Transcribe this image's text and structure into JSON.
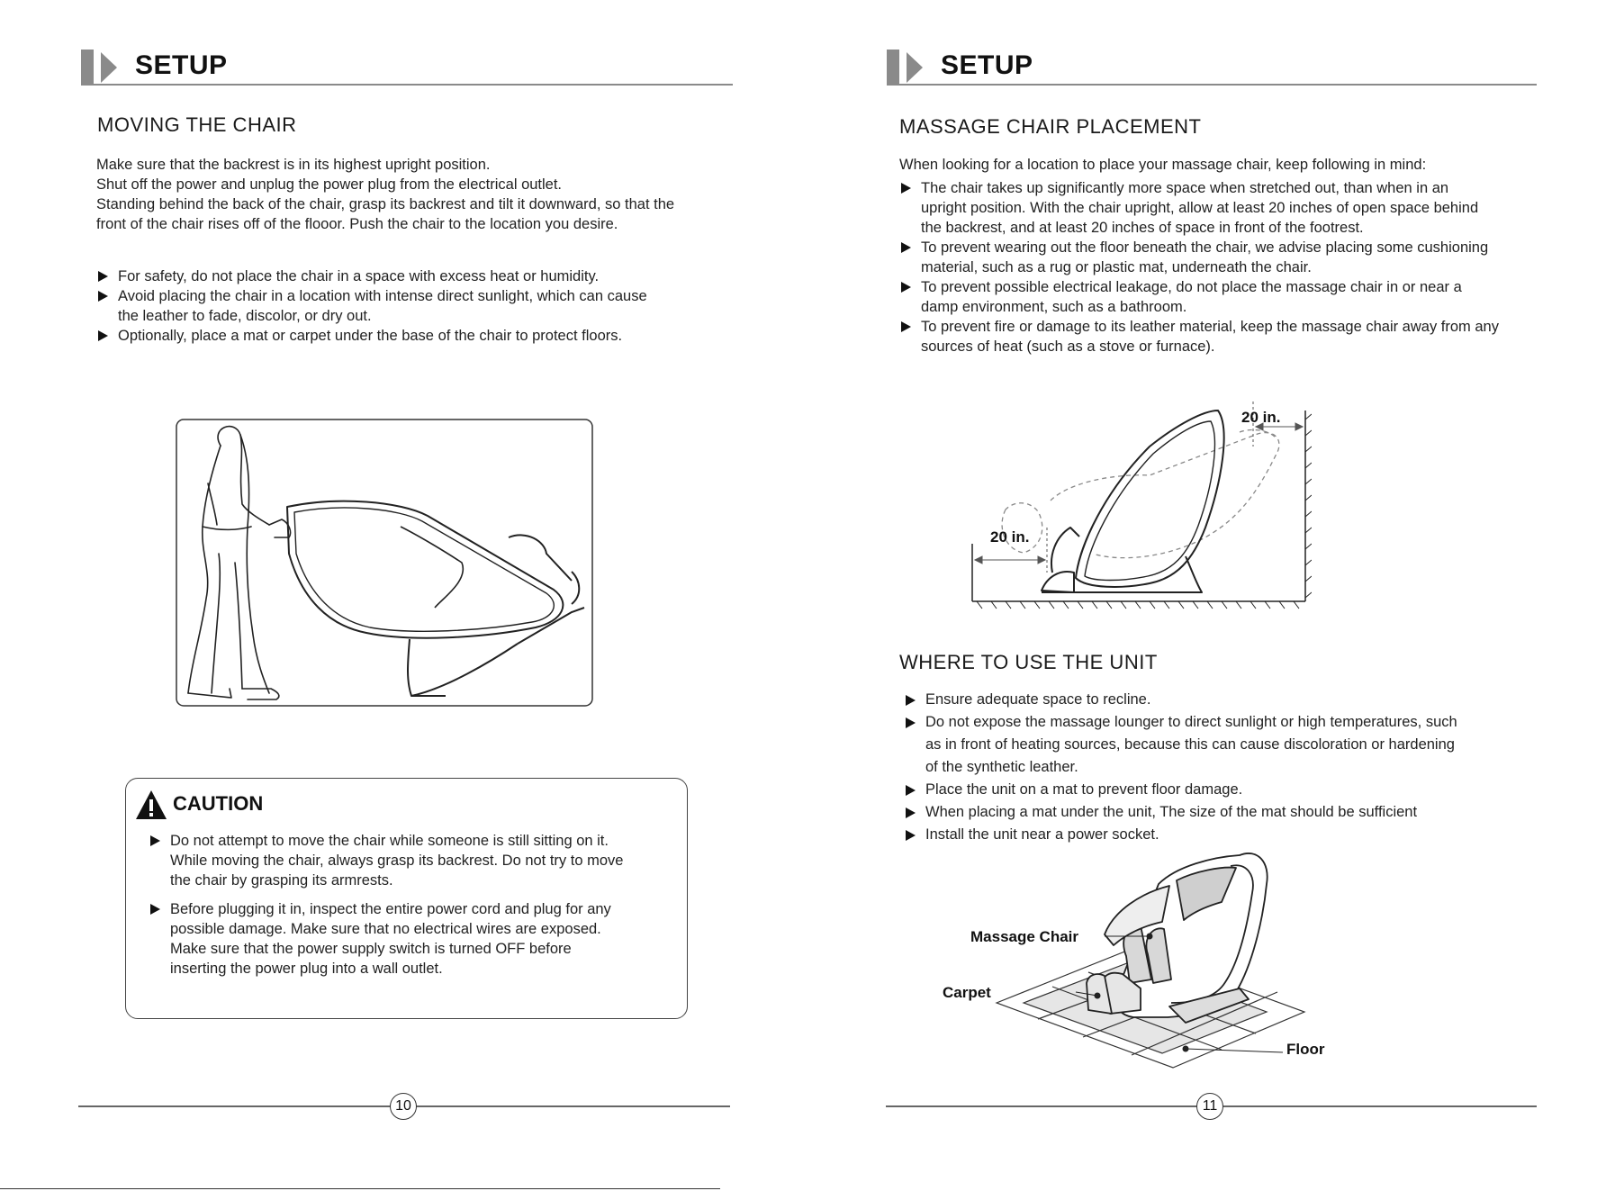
{
  "left_page": {
    "header": {
      "title": "SETUP"
    },
    "section_title": "MOVING THE CHAIR",
    "intro_lines": [
      "Make sure that the backrest is in its highest upright position.",
      "Shut off the power and unplug the power plug from the electrical outlet.",
      "Standing behind the back of the chair, grasp its backrest and tilt it downward, so that the",
      "front of the chair rises off of the flooor. Push the chair to the location you desire."
    ],
    "bullets": [
      [
        "For safety, do not place the chair in a space with excess heat or humidity."
      ],
      [
        "Avoid placing the chair in a location with intense direct sunlight, which can cause",
        "the leather to fade, discolor, or dry out."
      ],
      [
        "Optionally, place a mat or carpet under the base of the chair to protect floors."
      ]
    ],
    "caution": {
      "label": "CAUTION",
      "bullets": [
        [
          "Do not attempt to move the chair while someone is still sitting on it.",
          "While moving the chair, always grasp its backrest.  Do not try to move",
          "the chair by grasping its armrests."
        ],
        [
          "Before plugging it in, inspect the entire power cord and plug for any",
          "possible damage. Make sure that no electrical wires are exposed.",
          "Make sure that the power supply switch is turned OFF before",
          "inserting the power plug into a wall outlet."
        ]
      ]
    },
    "page_number": "10"
  },
  "right_page": {
    "header": {
      "title": "SETUP"
    },
    "placement": {
      "title": "MASSAGE CHAIR PLACEMENT",
      "intro": "When looking for a location to place your massage chair, keep following in mind:",
      "bullets": [
        [
          "The chair takes up significantly more space when stretched out, than when in an",
          "upright position.  With the chair upright, allow at least 20 inches of open space behind",
          "the backrest, and at least 20 inches of space in front of the footrest."
        ],
        [
          "To prevent wearing out the floor beneath the chair, we advise placing some cushioning",
          "material, such as a rug or plastic mat, underneath the chair."
        ],
        [
          "To prevent possible electrical leakage, do not place the massage chair in or near a",
          "damp environment, such as a bathroom."
        ],
        [
          "To prevent fire or damage to its leather material, keep the massage chair away from any",
          "sources of heat (such as a stove or furnace)."
        ]
      ],
      "diagram": {
        "back_clearance": "20 in.",
        "front_clearance": "20 in."
      }
    },
    "where_to_use": {
      "title": "WHERE TO USE THE UNIT",
      "bullets": [
        [
          "Ensure adequate space to recline."
        ],
        [
          "Do not expose the massage lounger to direct sunlight or high temperatures, such",
          "as in front of heating sources, because this can cause discoloration or hardening",
          "of the synthetic leather."
        ],
        [
          "Place the unit on a mat to prevent floor damage."
        ],
        [
          "When placing a mat under the unit, The size of the mat should be sufficient"
        ],
        [
          "Install the unit near a power socket."
        ]
      ],
      "diagram": {
        "chair_label": "Massage Chair",
        "carpet_label": "Carpet",
        "floor_label": "Floor"
      }
    },
    "page_number": "11"
  }
}
